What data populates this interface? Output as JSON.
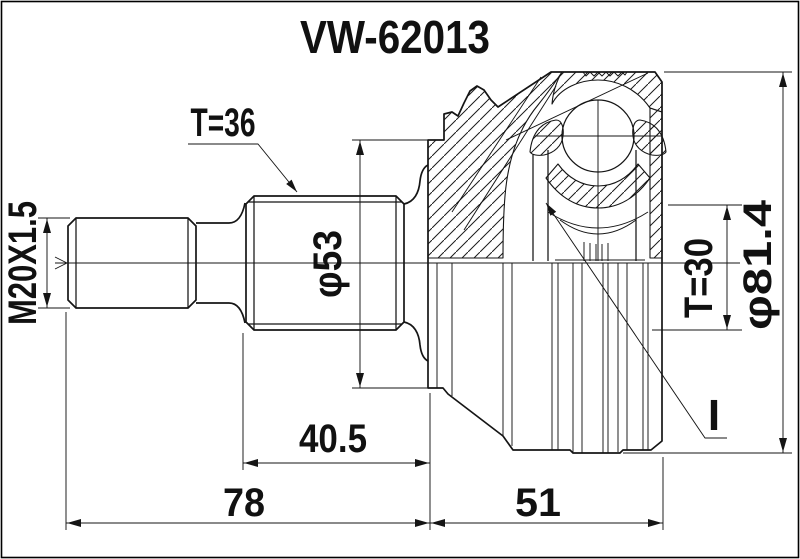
{
  "drawing": {
    "part_number": "VW-62013",
    "labels": {
      "spline_count_outer": "T=36",
      "thread_spec": "M20X1.5",
      "shaft_diameter": "φ53",
      "spline_count_inner": "T=30",
      "housing_diameter": "φ81.4",
      "detail_marker": "I"
    },
    "dimensions": {
      "spline_section_length": "40.5",
      "shaft_length": "78",
      "housing_length": "51"
    }
  }
}
